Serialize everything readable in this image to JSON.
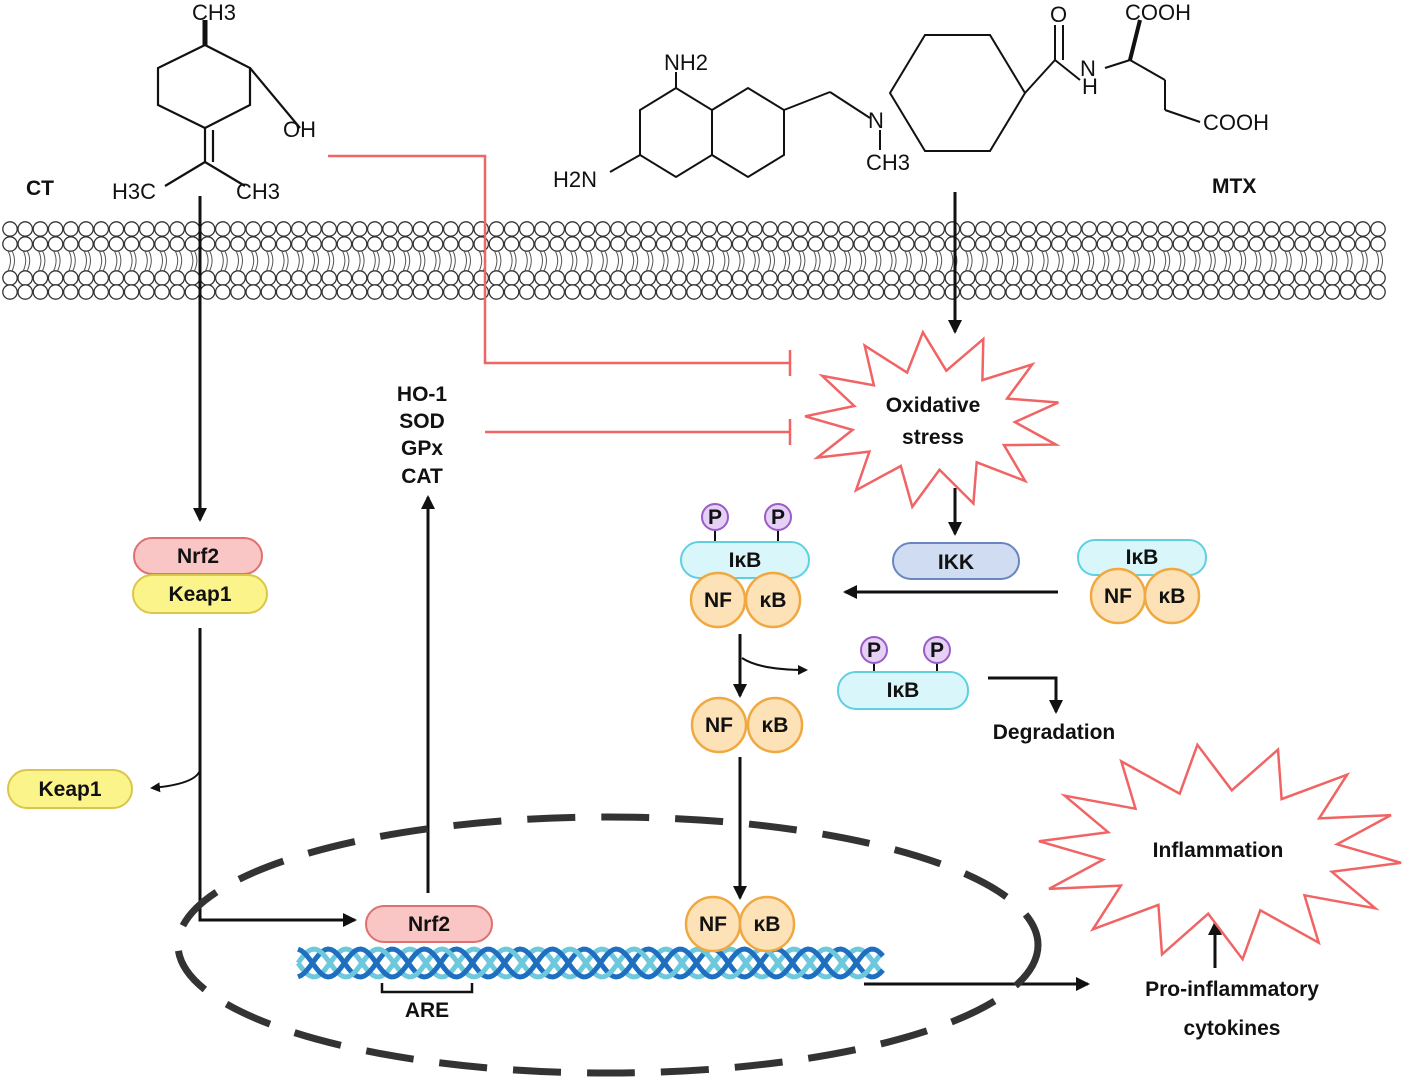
{
  "drugs": {
    "left_label": "CT",
    "right_label": "MTX",
    "ct_atoms": {
      "methyl_top": "CH3",
      "hydroxyl": "OH",
      "methyl_left": "H3C",
      "methyl_right": "CH3"
    },
    "mtx_atoms": {
      "amine_top": "NH2",
      "amine_left": "H2N",
      "n": "N",
      "n_methyl": "CH3",
      "carbonyl_o": "O",
      "amide_h": "H",
      "amide_n": "N",
      "acid_top": "COOH",
      "acid_side": "COOH"
    }
  },
  "nrf2_pathway": {
    "nrf2": "Nrf2",
    "keap1": "Keap1",
    "released_keap1": "Keap1",
    "nuclear_nrf2": "Nrf2",
    "are": "ARE",
    "enzymes": [
      "HO-1",
      "SOD",
      "GPx",
      "CAT"
    ]
  },
  "nfkb_pathway": {
    "oxidative_stress": [
      "Oxidative",
      "stress"
    ],
    "ikk": "IKK",
    "phospho": "P",
    "ikb": "IκB",
    "nf": "NF",
    "kb": "κB",
    "degradation": "Degradation"
  },
  "outcome": {
    "inflammation": "Inflammation",
    "cytokines": [
      "Pro-inflammatory",
      "cytokines"
    ]
  },
  "colors": {
    "inhibit": "#f06464",
    "arrow": "#111111",
    "nrf2_fill": "#f9c5c5",
    "nrf2_stroke": "#e07070",
    "keap1_fill": "#fbf48a",
    "keap1_stroke": "#d9c64a",
    "ikb_fill": "#d9f6fb",
    "ikb_stroke": "#5fd0e0",
    "nfkb_fill": "#fde2b8",
    "nfkb_stroke": "#f0a840",
    "ikk_fill": "#cfdcf2",
    "ikk_stroke": "#6a86c0",
    "p_fill": "#e6d0f5",
    "p_stroke": "#9a5cc8",
    "dna_dark": "#1e6fc0",
    "dna_light": "#6cc8dc"
  }
}
